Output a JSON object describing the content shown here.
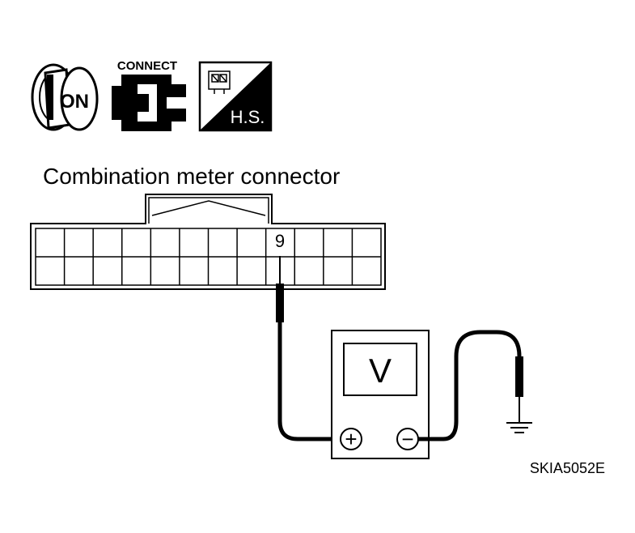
{
  "icons": {
    "ignition_text": "ON",
    "connect_text": "CONNECT",
    "harness_text": "H.S."
  },
  "connector": {
    "title": "Combination meter connector",
    "terminal_label": "9"
  },
  "meter": {
    "display": "V",
    "positive_symbol": "+",
    "negative_symbol": "−"
  },
  "figure_id": "SKIA5052E"
}
